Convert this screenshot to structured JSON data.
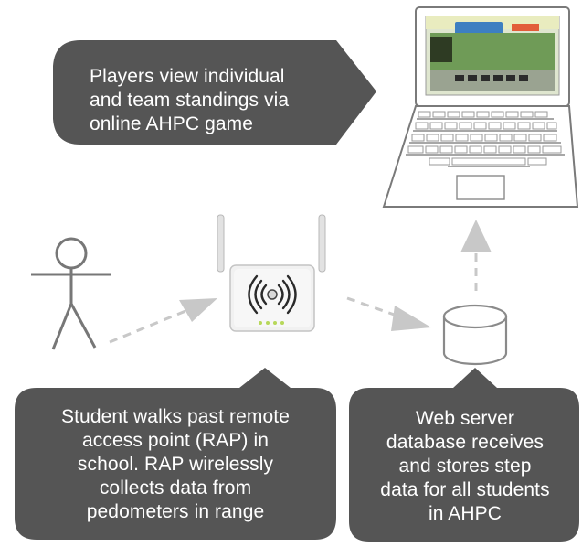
{
  "callouts": {
    "players": "Players view individual\nand team standings via\nonline AHPC game",
    "student": "Student walks past remote\naccess point (RAP)  in\nschool. RAP wirelessly\ncollects data from\npedometers in range",
    "server": "Web server\ndatabase receives\nand stores step\ndata for all students\nin AHPC"
  },
  "colors": {
    "callout_fill": "#555555",
    "arrow": "#c8c8c8",
    "line": "#8c8c8c"
  },
  "icons": [
    "person-icon",
    "router-icon",
    "database-icon",
    "laptop-icon"
  ]
}
